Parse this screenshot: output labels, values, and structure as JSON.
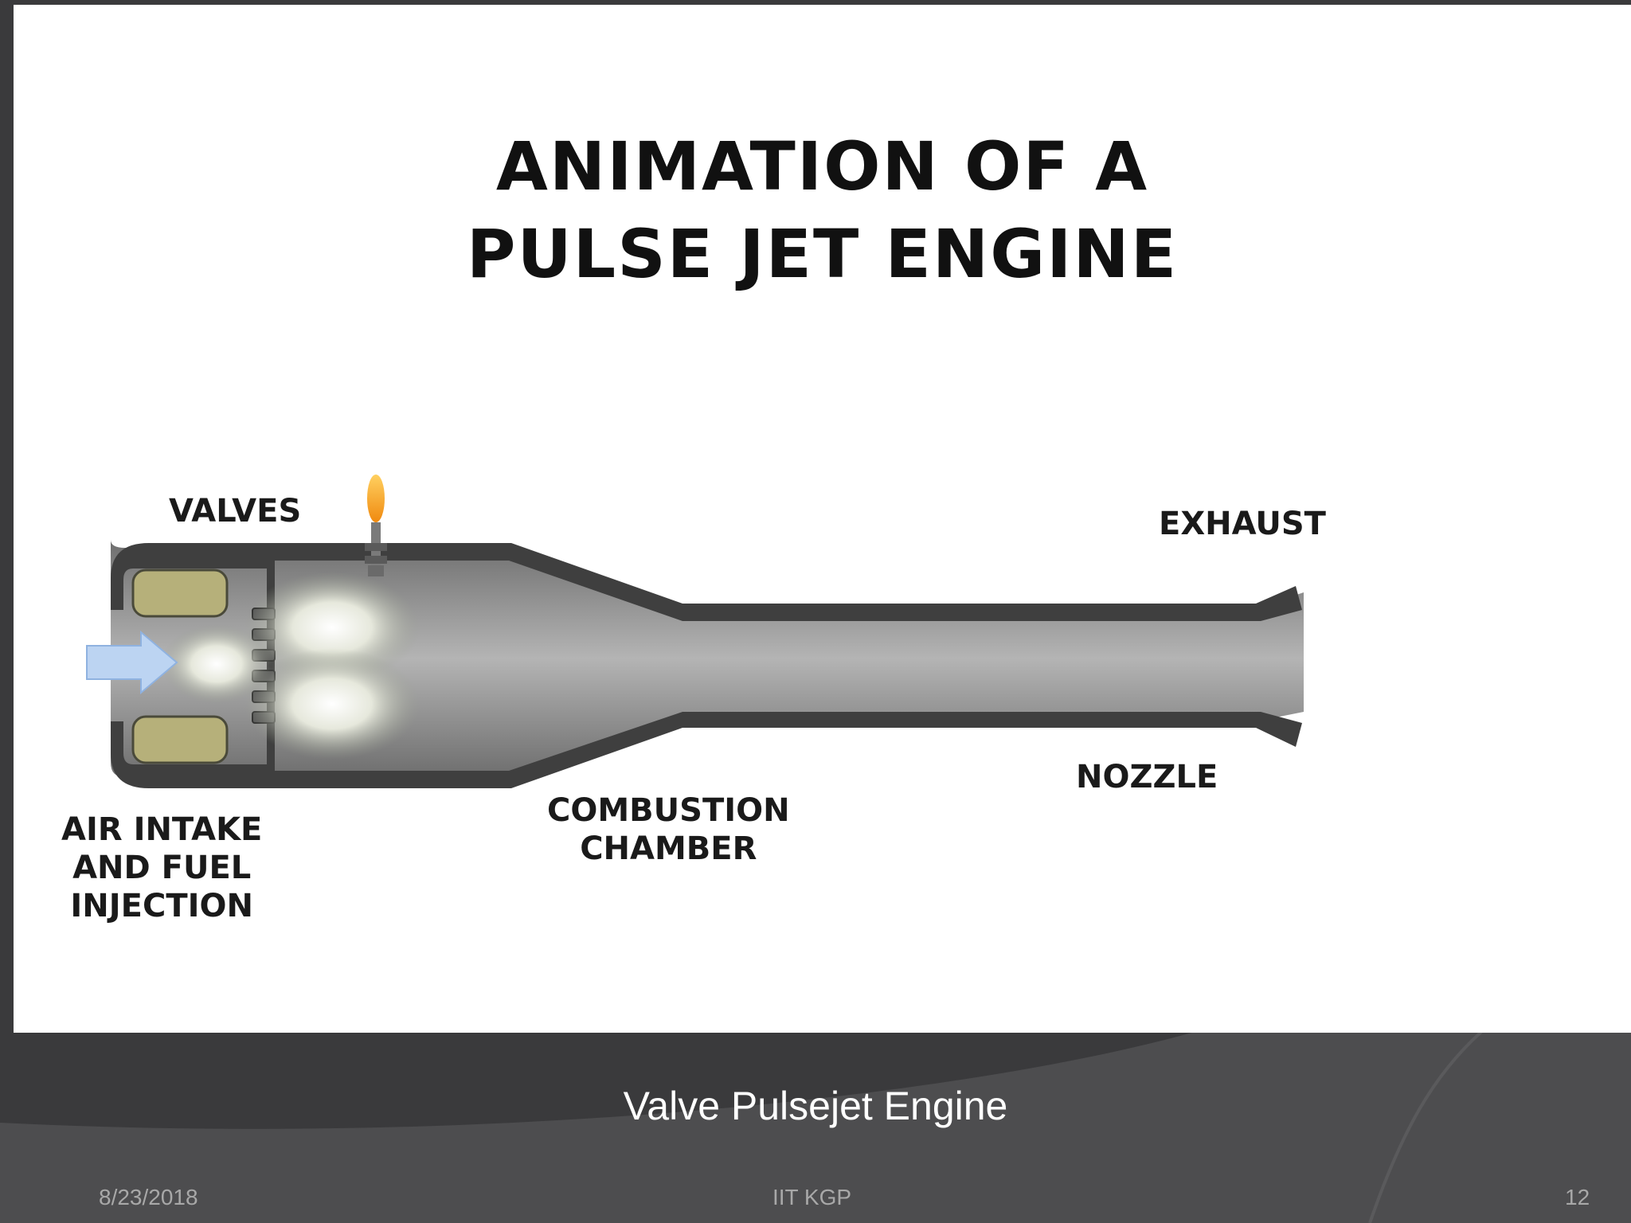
{
  "slide": {
    "figure": {
      "title_line1": "ANIMATION OF A",
      "title_line2": "PULSE JET ENGINE",
      "labels": {
        "valves": "VALVES",
        "exhaust": "EXHAUST",
        "nozzle": "NOZZLE",
        "combustion_chamber": "COMBUSTION\nCHAMBER",
        "air_intake": "AIR INTAKE\nAND FUEL\nINJECTION"
      }
    },
    "caption": "Valve Pulsejet Engine",
    "footer": {
      "date": "8/23/2018",
      "center": "IIT KGP",
      "page_number": "12"
    }
  },
  "colors": {
    "background": "#3a3a3c",
    "figure_bg": "#ffffff",
    "engine_shell": "#3f3f3f",
    "engine_interior": "#9a9a9a",
    "valve_flaps": "#b6b07a",
    "intake_arrow": "#bcd4f2",
    "spark_flame": "#f4b020"
  }
}
